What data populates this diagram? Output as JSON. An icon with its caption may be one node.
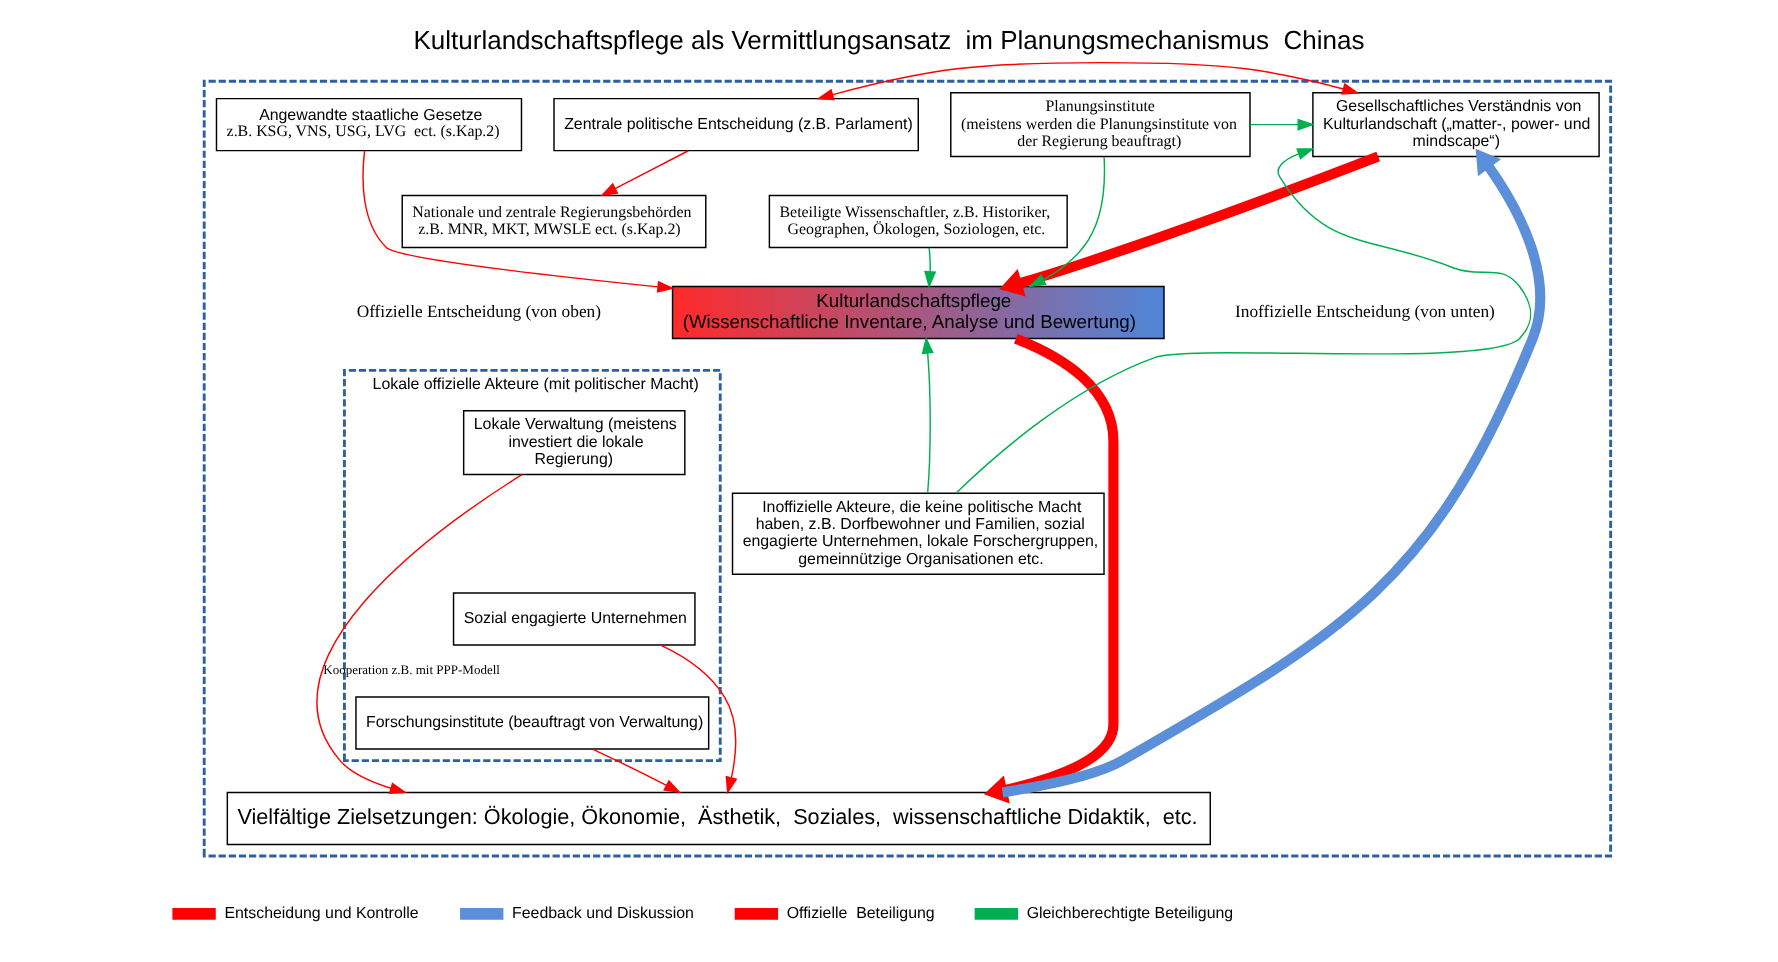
{
  "diagram": {
    "title": "Kulturlandschaftspflege als Vermittlungsansatz  im Planungsmechanismus  Chinas",
    "nodes": [
      {
        "text": [],
        "shape": "box"
      },
      {
        "text": [
          "Zentrale politische Entscheidung (z.B. Parlament)"
        ],
        "in": 0
      },
      {
        "text": [
          "Gesellschaftliches Verständnis von Kulturlandschaft („matter-, power- und mindscape“)"
        ],
        "in": 0
      },
      {
        "text": [
          "Angewandte staatliche Gesetze",
          "z.B. KSG, VNS, USG, LVG  ect. (s.Kap.2)"
        ],
        "in": 0
      },
      {
        "text": [
          "Nationale und zentrale Regierungsbehörden z.B. MNR, MKT, MWSLE ect. (s.Kap.2)"
        ],
        "in": 0
      },
      {
        "text": [
          "Planungsinstitute",
          "(meistens werden die Planungsinstitute von der Regierung beauftragt)"
        ],
        "in": 0
      },
      {
        "text": [
          "Beteiligte Wissenschaftler, z.B. Historiker, Geographen, Ökologen, Soziologen, etc."
        ],
        "in": 0
      },
      {
        "text": [
          "Kulturlandschaftspflege",
          "(Wissenschaftliche Inventare, Analyse und Bewertung)"
        ],
        "in": 0
      },
      {
        "text": [
          "Lokale offizielle Akteure (mit politischer Macht)"
        ],
        "in": 0
      },
      {
        "text": [
          "Lokale Verwaltung (meistens investiert die lokale Regierung)"
        ],
        "in": 8
      },
      {
        "text": [
          "Sozial engagierte Unternehmen"
        ],
        "in": 8
      },
      {
        "text": [
          "Forschungsinstitute (beauftragt von Verwaltung)"
        ],
        "in": 8
      },
      {
        "text": [
          "Inoffizielle Akteure, die keine politische Macht haben, z.B. Dorfbewohner und Familien, sozial engagierte Unternehmen, lokale Forschergruppen, gemeinnützige Organisationen etc."
        ],
        "in": 0
      },
      {
        "text": [
          "Vielfältige Zielsetzungen: Ökologie, Ökonomie,  Ästhetik,  Soziales,  wissenschaftliche Didaktik,  etc."
        ],
        "in": 0
      }
    ],
    "edges": [
      {
        "from": 1,
        "to": 2,
        "arrow": "both",
        "color": "#ff0000"
      },
      {
        "from": 1,
        "to": 4,
        "arrow": "to",
        "color": "#ff0000"
      },
      {
        "from": 2,
        "to": 7,
        "arrow": "to",
        "style": "thick",
        "color": "#ff0000"
      },
      {
        "from": 13,
        "to": 2,
        "arrow": "to",
        "style": "thick",
        "color": "#5b8fd9"
      },
      {
        "from": 3,
        "to": 7,
        "arrow": "to",
        "color": "#ff0000"
      },
      {
        "from": 5,
        "to": 2,
        "arrow": "to",
        "color": "#00b050"
      },
      {
        "from": 5,
        "to": 7,
        "arrow": "to",
        "color": "#00b050"
      },
      {
        "from": 6,
        "to": 7,
        "arrow": "to",
        "color": "#00b050"
      },
      {
        "from": 7,
        "to": 13,
        "arrow": "to",
        "style": "thick",
        "color": "#ff0000"
      },
      {
        "from": 12,
        "to": 7,
        "arrow": "to",
        "color": "#00b050"
      },
      {
        "from": 12,
        "to": 2,
        "arrow": "to",
        "color": "#00b050"
      },
      {
        "from": 9,
        "to": 13,
        "arrow": "to",
        "label": "Kooperation z.B. mit PPP-Modell",
        "color": "#ff0000"
      },
      {
        "from": 10,
        "to": 13,
        "arrow": "to",
        "color": "#ff0000"
      },
      {
        "from": 11,
        "to": 13,
        "arrow": "to",
        "color": "#ff0000"
      }
    ],
    "labels": [
      "Offizielle Entscheidung (von oben)",
      "Inoffizielle Entscheidung (von unten)"
    ],
    "legend": [
      {
        "text": "Entscheidung und Kontrolle",
        "color": "#ff0000"
      },
      {
        "text": "Feedback und Diskussion",
        "color": "#5b8fd9"
      },
      {
        "text": "Offizielle  Beteiligung",
        "color": "#ff0000"
      },
      {
        "text": "Gleichberechtigte Beteiligung",
        "color": "#00b050"
      }
    ]
  }
}
